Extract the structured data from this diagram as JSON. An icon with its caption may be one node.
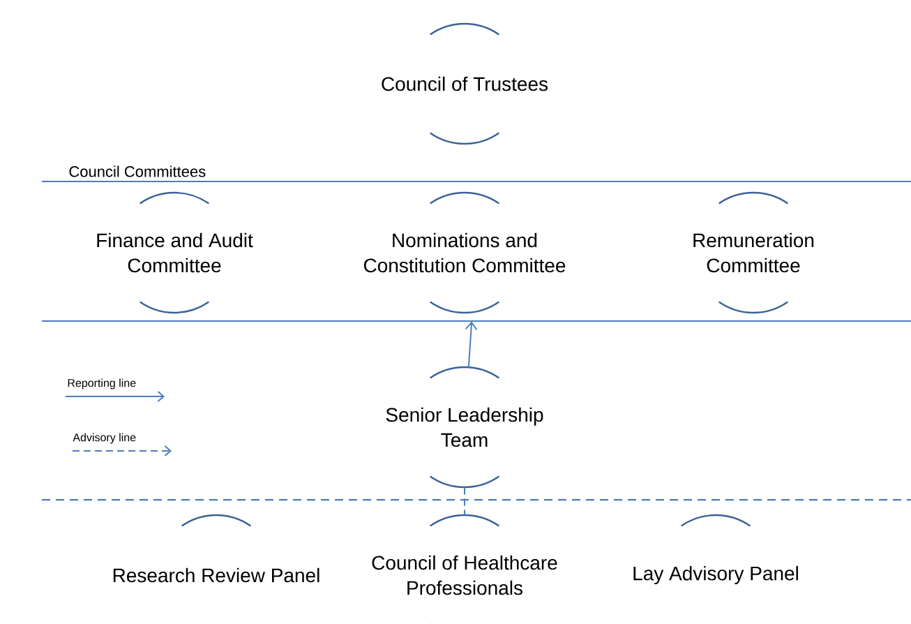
{
  "diagram": {
    "nodes": [
      {
        "text": [
          "Council of Trustees"
        ]
      },
      {
        "text": [
          "Council Committees"
        ]
      },
      {
        "text": [
          "Finance and Audit Committee"
        ],
        "in": 1
      },
      {
        "text": [
          "Nominations and Constitution Committee"
        ],
        "in": 1
      },
      {
        "text": [
          "Remuneration Committee"
        ],
        "in": 1
      },
      {
        "text": [
          "Senior Leadership Team"
        ]
      },
      {
        "text": [
          "Research Review Panel"
        ]
      },
      {
        "text": [
          "Council of Healthcare Professionals"
        ]
      },
      {
        "text": [
          "Lay Advisory Panel"
        ]
      }
    ],
    "edges": [
      {
        "from": 5,
        "to": 1,
        "arrow": "to"
      },
      {
        "from": 5,
        "to": 7,
        "arrow": "none",
        "style": "dashed"
      }
    ],
    "legend": [
      {
        "text": "Reporting line"
      },
      {
        "text": "Advisory line"
      }
    ]
  }
}
